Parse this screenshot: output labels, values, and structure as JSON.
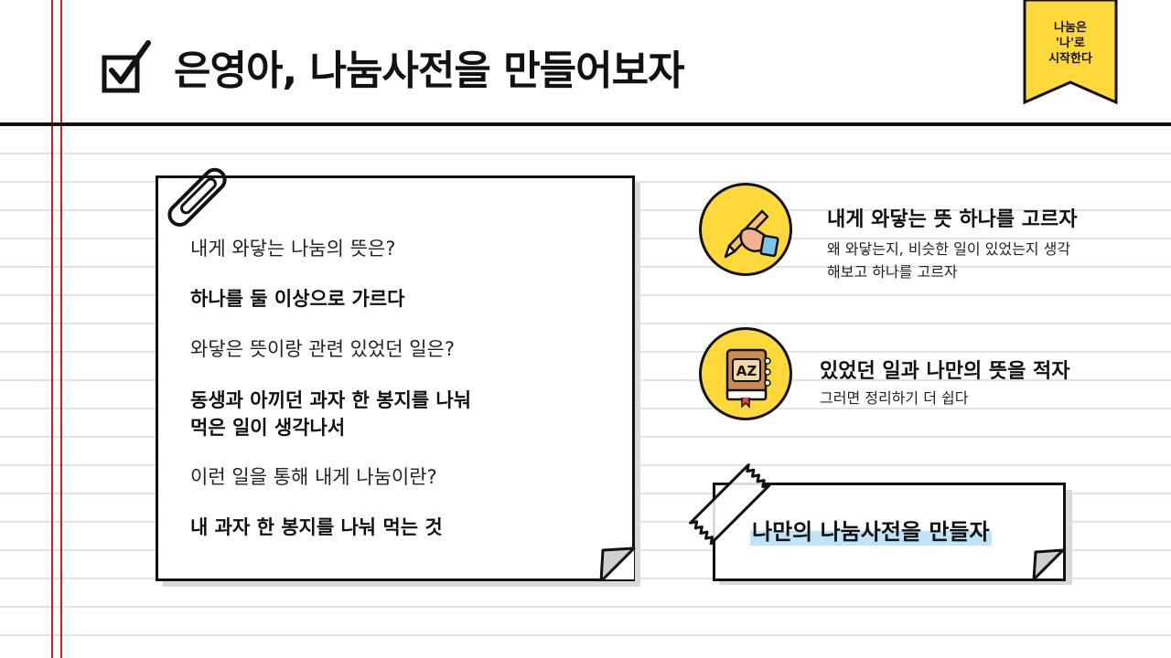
{
  "header": {
    "title": "은영아, 나눔사전을 만들어보자",
    "ribbon_lines": [
      "나눔은",
      "'나'로",
      "시작한다"
    ]
  },
  "note": {
    "items": [
      {
        "question": "내게 와닿는 나눔의 뜻은?",
        "answer": "하나를 둘 이상으로 가르다"
      },
      {
        "question": "와닿은 뜻이랑 관련 있었던 일은?",
        "answer_lines": [
          "동생과 아끼던 과자 한 봉지를 나눠",
          "먹은 일이 생각나서"
        ]
      },
      {
        "question": "이런 일을 통해 내게 나눔이란?",
        "answer": "내 과자 한 봉지를 나눠 먹는 것"
      }
    ]
  },
  "steps": [
    {
      "icon": "pencil-hand-icon",
      "title": "내게 와닿는 뜻 하나를 고르자",
      "desc_lines": [
        "왜 와닿는지, 비슷한 일이 있었는지 생각",
        "해보고 하나를 고르자"
      ]
    },
    {
      "icon": "dictionary-book-icon",
      "title": "있었던 일과 나만의 뜻을 적자",
      "desc_lines": [
        "그러면 정리하기 더 쉽다"
      ]
    }
  ],
  "banner": {
    "text": "나만의 나눔사전을 만들자"
  },
  "colors": {
    "accent_yellow": "#ffd93b",
    "margin_red": "#c8202a",
    "highlight_blue": "#bfe3f8"
  }
}
